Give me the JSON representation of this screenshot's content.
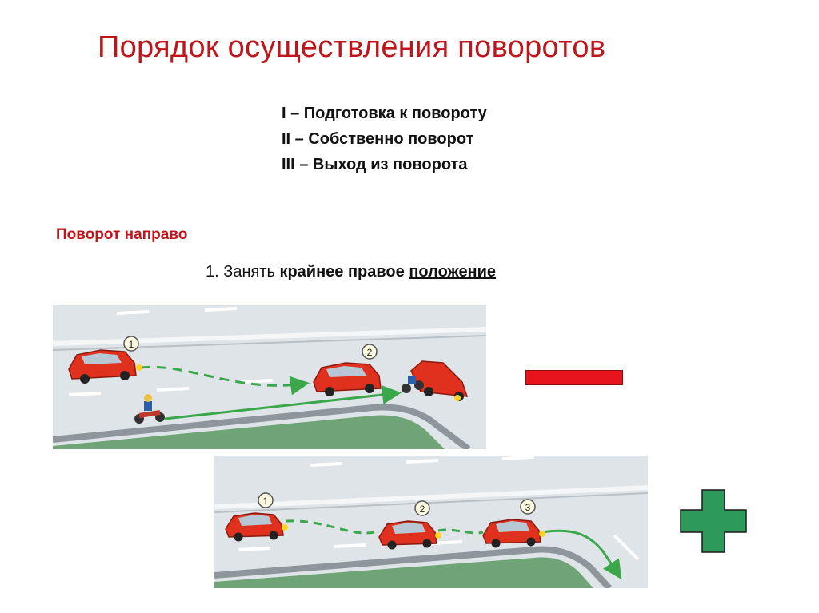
{
  "title": "Порядок осуществления поворотов",
  "phases": [
    "I – Подготовка к повороту",
    "II – Собственно поворот",
    "III – Выход из поворота"
  ],
  "subhead": "Поворот направо",
  "step": {
    "prefix": "1. Занять ",
    "bold": "крайнее правое ",
    "underlined": "положение"
  },
  "scene1": {
    "markers": [
      "1",
      "2"
    ]
  },
  "scene2": {
    "markers": [
      "1",
      "2",
      "3"
    ]
  },
  "colors": {
    "title": "#c0151b",
    "car": "#e0301e",
    "path": "#3aa84a",
    "bar": "#e8141c",
    "cross": "#2e9a5a"
  },
  "icons": {
    "red_bar": "red-prohibition-bar",
    "green_cross": "green-cross-sign"
  }
}
